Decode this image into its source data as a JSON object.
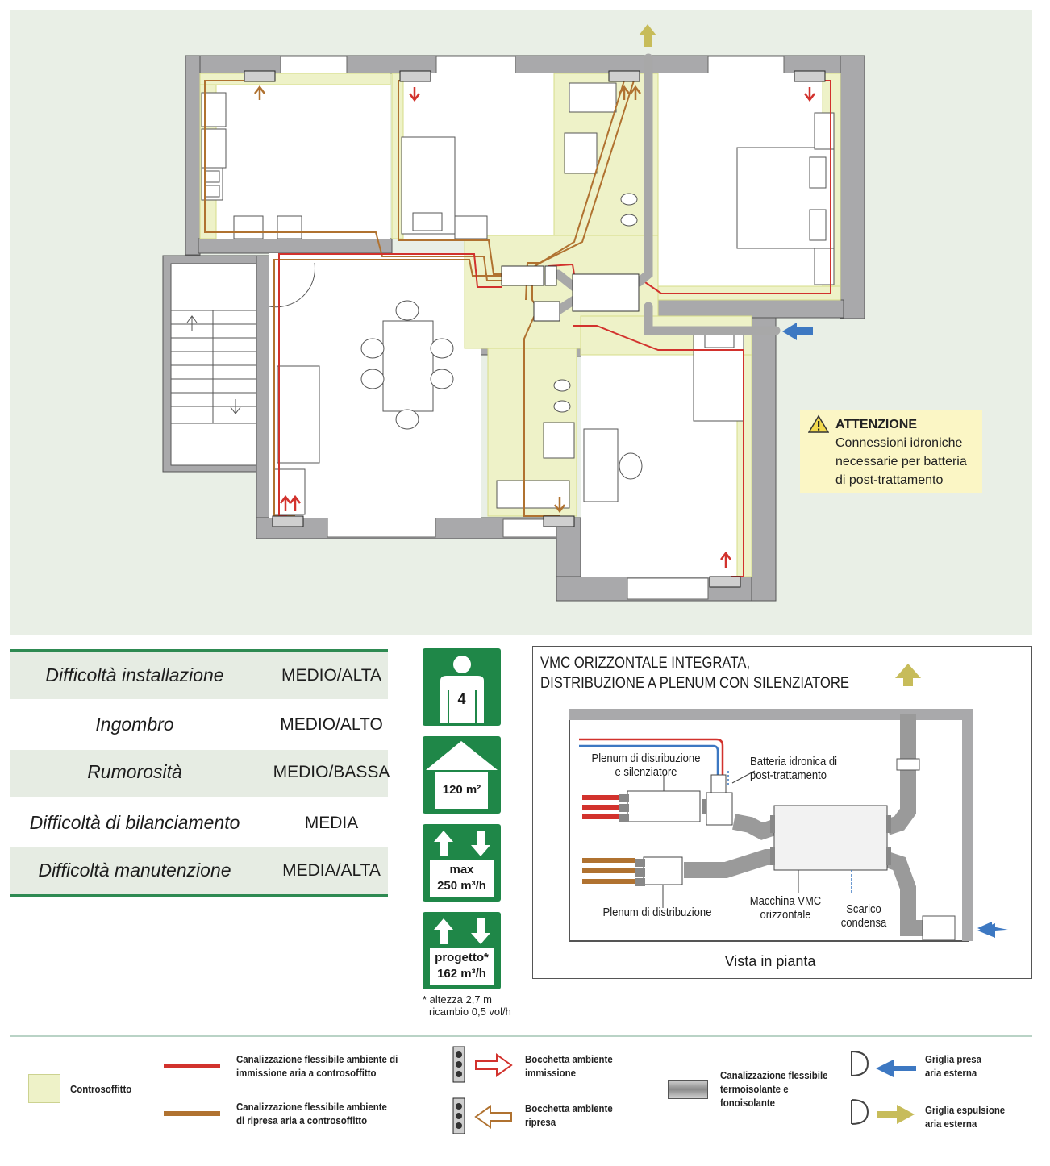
{
  "plan": {
    "warning_title": "ATTENZIONE",
    "warning_lines": [
      "Connessioni idroniche",
      "necessarie per batteria",
      "di post-trattamento"
    ]
  },
  "stats": [
    {
      "label": "Difficoltà installazione",
      "value": "MEDIO/ALTA"
    },
    {
      "label": "Ingombro",
      "value": "MEDIO/ALTO"
    },
    {
      "label": "Rumorosità",
      "value": "MEDIO/BASSA"
    },
    {
      "label": "Difficoltà di bilanciamento",
      "value": "MEDIA"
    },
    {
      "label": "Difficoltà manutenzione",
      "value": "MEDIA/ALTA"
    }
  ],
  "badges": {
    "people": "4",
    "area": "120 m²",
    "max_line1": "max",
    "max_line2": "250 m³/h",
    "project_line1": "progetto*",
    "project_line2": "162 m³/h",
    "note_line1": "* altezza 2,7 m",
    "note_line2": "ricambio 0,5 vol/h"
  },
  "vmc": {
    "title_line1": "VMC ORIZZONTALE INTEGRATA,",
    "title_line2": "DISTRIBUZIONE A PLENUM CON SILENZIATORE",
    "label_plenum_sil_1": "Plenum di distribuzione",
    "label_plenum_sil_2": "e silenziatore",
    "label_batteria_1": "Batteria idronica di",
    "label_batteria_2": "post-trattamento",
    "label_plenum": "Plenum di distribuzione",
    "label_macchina_1": "Macchina VMC",
    "label_macchina_2": "orizzontale",
    "label_scarico_1": "Scarico",
    "label_scarico_2": "condensa",
    "caption": "Vista in pianta"
  },
  "legend": {
    "controsoffitto": "Controsoffitto",
    "immissione_1": "Canalizzazione flessibile ambiente di",
    "immissione_2": "immissione aria a controsoffitto",
    "ripresa_1": "Canalizzazione flessibile ambiente",
    "ripresa_2": "di ripresa aria a controsoffitto",
    "bocchetta_imm_1": "Bocchetta ambiente",
    "bocchetta_imm_2": "immissione",
    "bocchetta_rip_1": "Bocchetta ambiente",
    "bocchetta_rip_2": "ripresa",
    "canal_1": "Canalizzazione flessibile",
    "canal_2": "termoisolante e",
    "canal_3": "fonoisolante",
    "griglia_presa_1": "Griglia presa",
    "griglia_presa_2": "aria esterna",
    "griglia_esp_1": "Griglia espulsione",
    "griglia_esp_2": "aria esterna"
  },
  "colors": {
    "supply": "#d2322d",
    "return": "#b07230",
    "ceiling": "#eef2c8",
    "green": "#1f8748",
    "intake": "#3d78c2",
    "exhaust": "#c7bc5a"
  }
}
